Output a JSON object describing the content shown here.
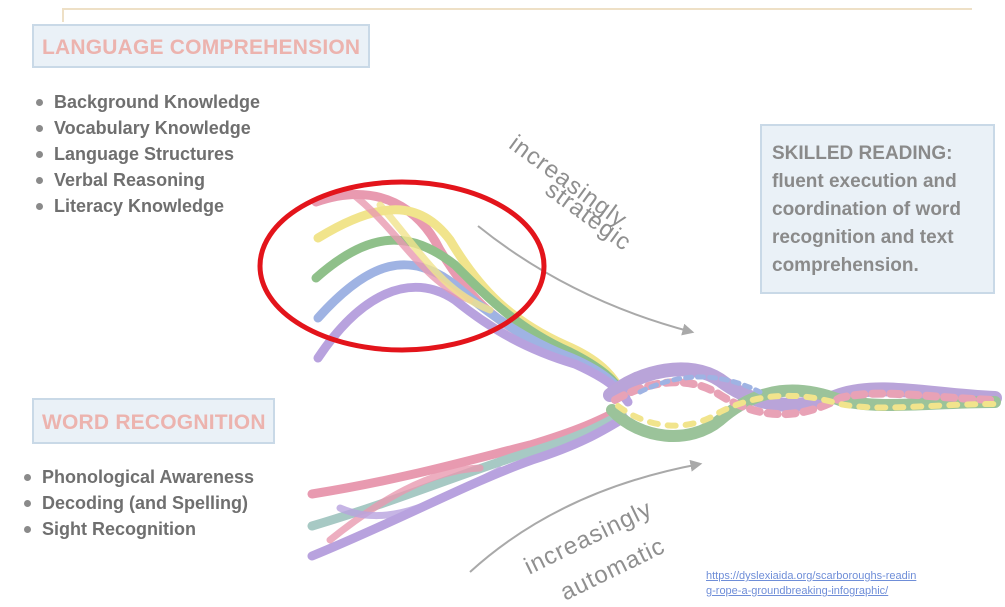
{
  "language_comprehension": {
    "title": "LANGUAGE COMPREHENSION",
    "items": [
      "Background Knowledge",
      "Vocabulary Knowledge",
      "Language Structures",
      "Verbal Reasoning",
      "Literacy Knowledge"
    ]
  },
  "word_recognition": {
    "title": "WORD RECOGNITION",
    "items": [
      "Phonological Awareness",
      "Decoding (and Spelling)",
      "Sight Recognition"
    ]
  },
  "skilled_reading": {
    "lines": [
      "SKILLED READING:",
      "fluent execution and",
      "coordination of word",
      "recognition and text",
      "comprehension."
    ]
  },
  "arrows": {
    "strategic_line1": "increasingly",
    "strategic_line2": "strategic",
    "automatic_line1": "increasingly",
    "automatic_line2": "automatic"
  },
  "source": {
    "line1": "https://dyslexiaida.org/scarboroughs-readin",
    "line2": "g-rope-a-groundbreaking-infographic/"
  },
  "colors": {
    "strand_pink": "#e89ab0",
    "strand_yellow": "#f1e48c",
    "strand_green": "#8fc08a",
    "strand_blue": "#9fb3e3",
    "strand_purple": "#b8a2de",
    "strand_teal": "#a7c9c4",
    "highlight": "#e3141b"
  }
}
